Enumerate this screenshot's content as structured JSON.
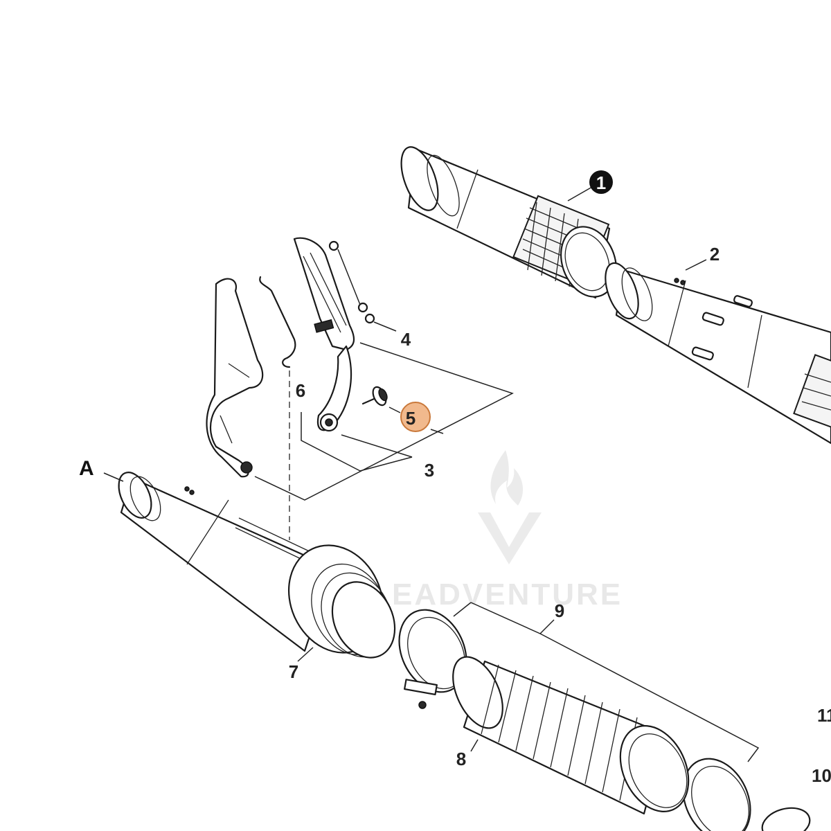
{
  "diagram": {
    "callouts": [
      {
        "id": "callout-1",
        "label": "1",
        "style": "filled-black"
      },
      {
        "id": "callout-2",
        "label": "2"
      },
      {
        "id": "callout-3",
        "label": "3"
      },
      {
        "id": "callout-4",
        "label": "4"
      },
      {
        "id": "callout-5",
        "label": "5",
        "style": "highlighted"
      },
      {
        "id": "callout-6",
        "label": "6"
      },
      {
        "id": "callout-7",
        "label": "7"
      },
      {
        "id": "callout-8",
        "label": "8"
      },
      {
        "id": "callout-9",
        "label": "9"
      },
      {
        "id": "callout-10",
        "label": "10"
      },
      {
        "id": "callout-11",
        "label": "11"
      }
    ],
    "view_marker": "A",
    "watermark": "EADVENTURE",
    "colors": {
      "line": "#1a1a1a",
      "highlight_fill": "#f1b98d",
      "highlight_stroke": "#c9783a",
      "callout_black": "#111111",
      "watermark": "#d9d9d9"
    }
  }
}
